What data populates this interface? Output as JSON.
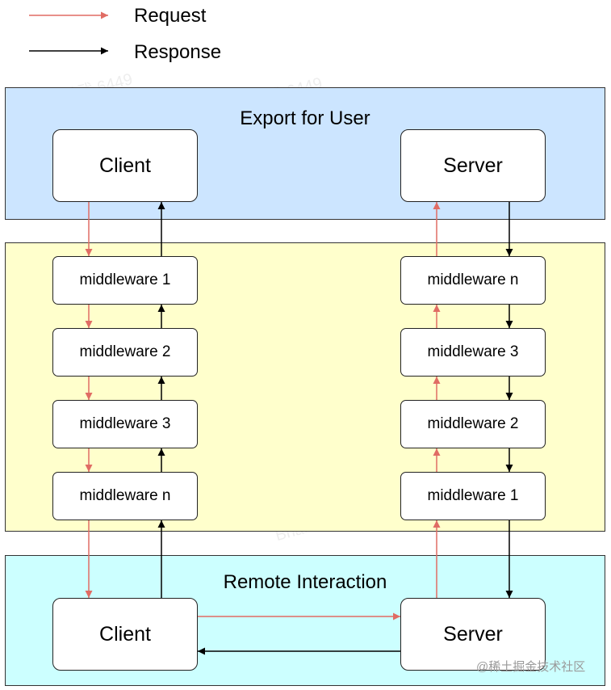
{
  "legend": {
    "request_label": "Request",
    "response_label": "Response",
    "request_color": "#e06c64",
    "response_color": "#000000"
  },
  "top_panel": {
    "title": "Export for User",
    "fill": "#cce5ff",
    "client_label": "Client",
    "server_label": "Server"
  },
  "middle_panel": {
    "fill": "#ffffcc",
    "client_chain": [
      "middleware 1",
      "middleware 2",
      "middleware 3",
      "middleware n"
    ],
    "server_chain": [
      "middleware n",
      "middleware 3",
      "middleware 2",
      "middleware 1"
    ]
  },
  "bottom_panel": {
    "title": "Remote Interaction",
    "fill": "#ccffff",
    "client_label": "Client",
    "server_label": "Server"
  },
  "watermarks": [
    "江学武 6449",
    "Brian 2507"
  ],
  "credit": "@稀土掘金技术社区"
}
